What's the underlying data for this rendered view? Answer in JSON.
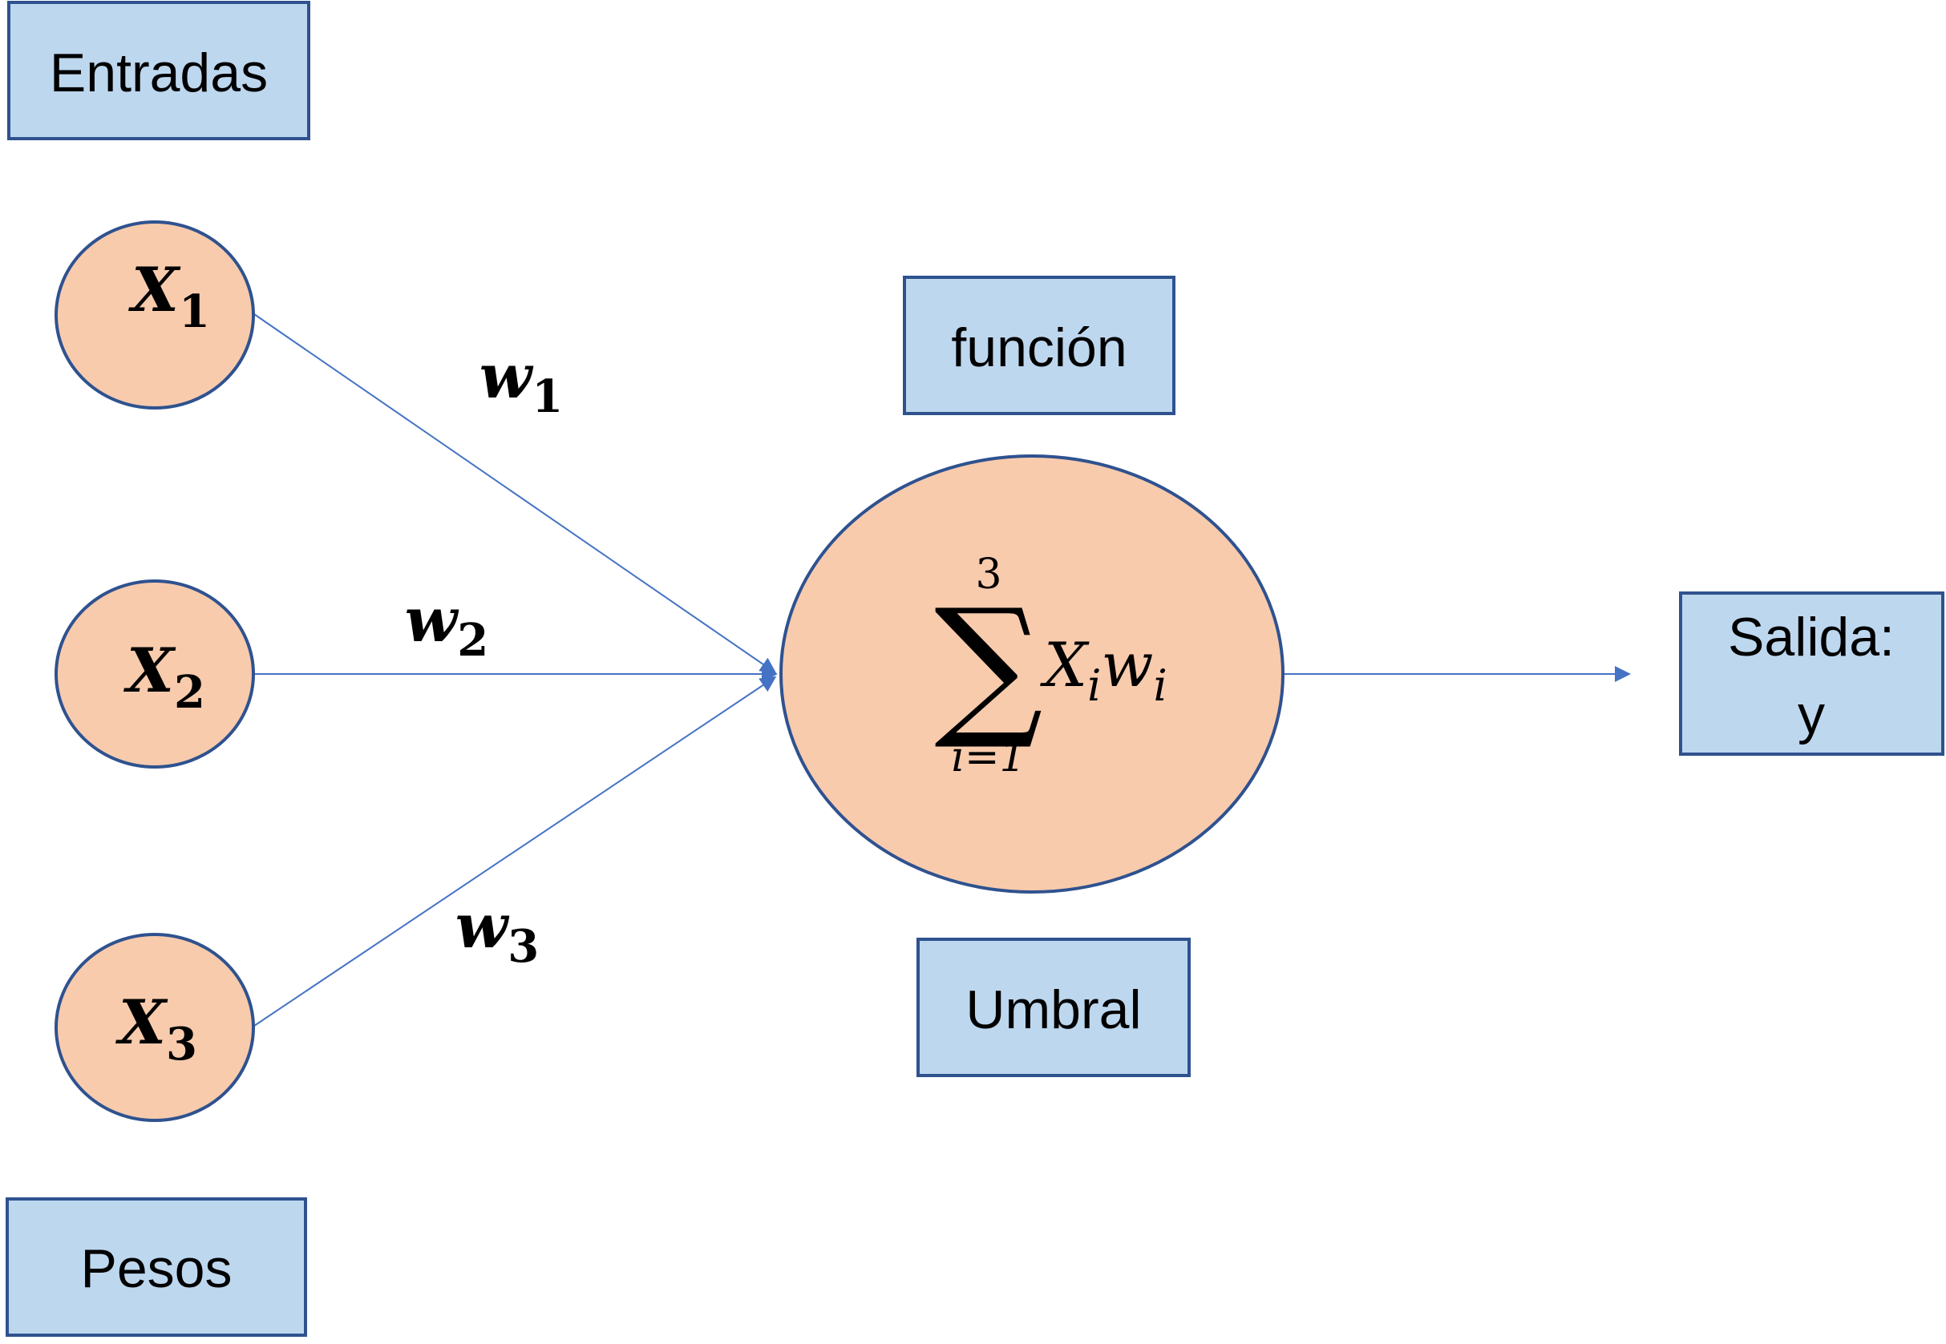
{
  "labels": {
    "inputs": "Entradas",
    "weights": "Pesos",
    "function": "función",
    "threshold": "Umbral",
    "output_line1": "Salida:",
    "output_line2": "y"
  },
  "inputs": [
    {
      "var": "X",
      "sub": "1"
    },
    {
      "var": "X",
      "sub": "2"
    },
    {
      "var": "X",
      "sub": "3"
    }
  ],
  "weights": [
    {
      "var": "w",
      "sub": "1"
    },
    {
      "var": "w",
      "sub": "2"
    },
    {
      "var": "w",
      "sub": "3"
    }
  ],
  "sum": {
    "symbol": "∑",
    "upper": "3",
    "lower": "i=1",
    "term_x": "X",
    "term_x_sub": "i",
    "term_w": "w",
    "term_w_sub": "i"
  },
  "colors": {
    "box_fill": "#bdd7ee",
    "box_stroke": "#2f528f",
    "node_fill": "#f8cbad",
    "node_stroke": "#2f528f",
    "edge": "#4472c4"
  }
}
